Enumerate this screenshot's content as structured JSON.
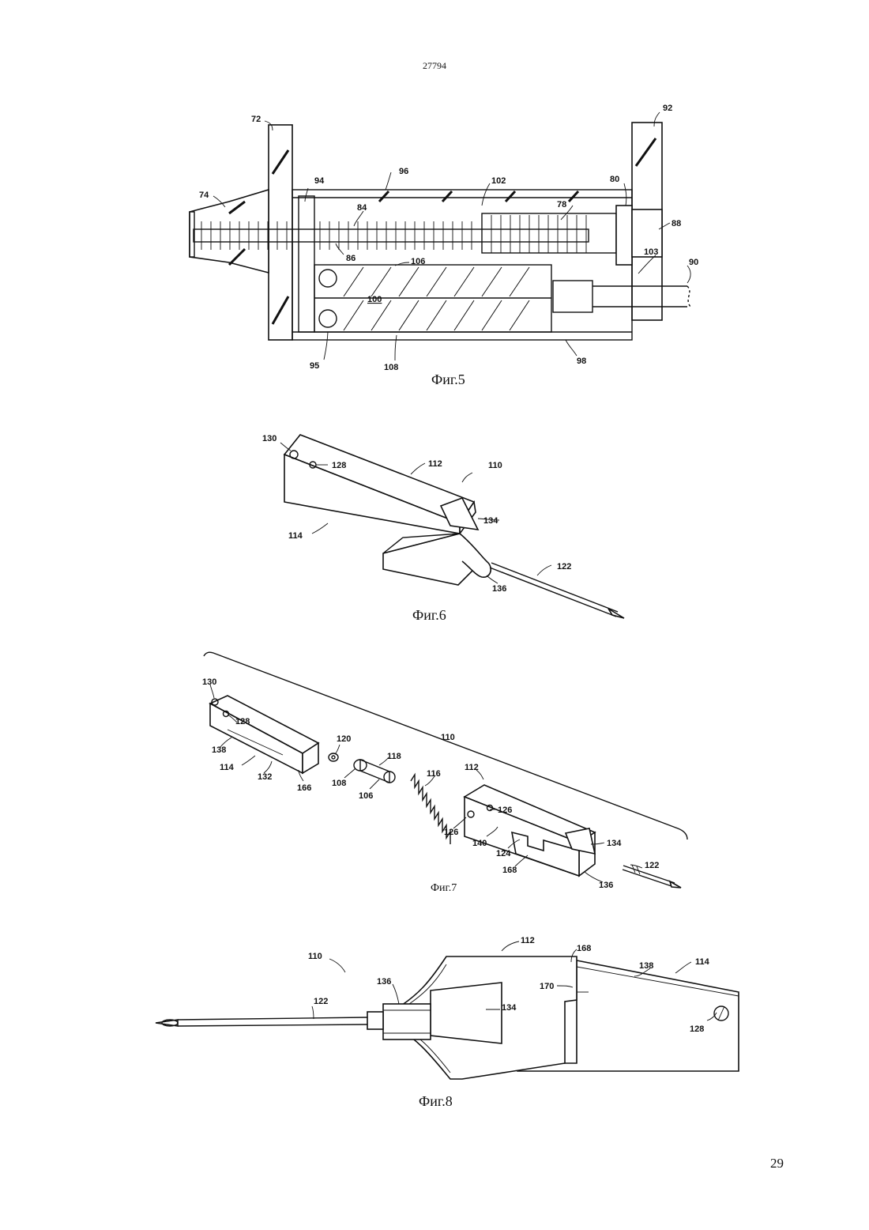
{
  "header": {
    "doc_number": "27794"
  },
  "footer": {
    "page_number": "29"
  },
  "figures": [
    {
      "caption": "Фиг.5",
      "labels": [
        "72",
        "92",
        "74",
        "94",
        "96",
        "102",
        "80",
        "78",
        "84",
        "88",
        "86",
        "106",
        "103",
        "90",
        "100",
        "95",
        "108",
        "98"
      ]
    },
    {
      "caption": "Фиг.6",
      "labels": [
        "130",
        "128",
        "112",
        "110",
        "134",
        "114",
        "122",
        "136"
      ]
    },
    {
      "caption": "Фиг.7",
      "labels": [
        "130",
        "128",
        "138",
        "114",
        "132",
        "166",
        "120",
        "108",
        "106",
        "110",
        "118",
        "116",
        "112",
        "126",
        "126",
        "140",
        "124",
        "134",
        "168",
        "122",
        "136"
      ]
    },
    {
      "caption": "Фиг.8",
      "labels": [
        "110",
        "112",
        "168",
        "138",
        "114",
        "170",
        "136",
        "122",
        "134",
        "128"
      ]
    }
  ]
}
